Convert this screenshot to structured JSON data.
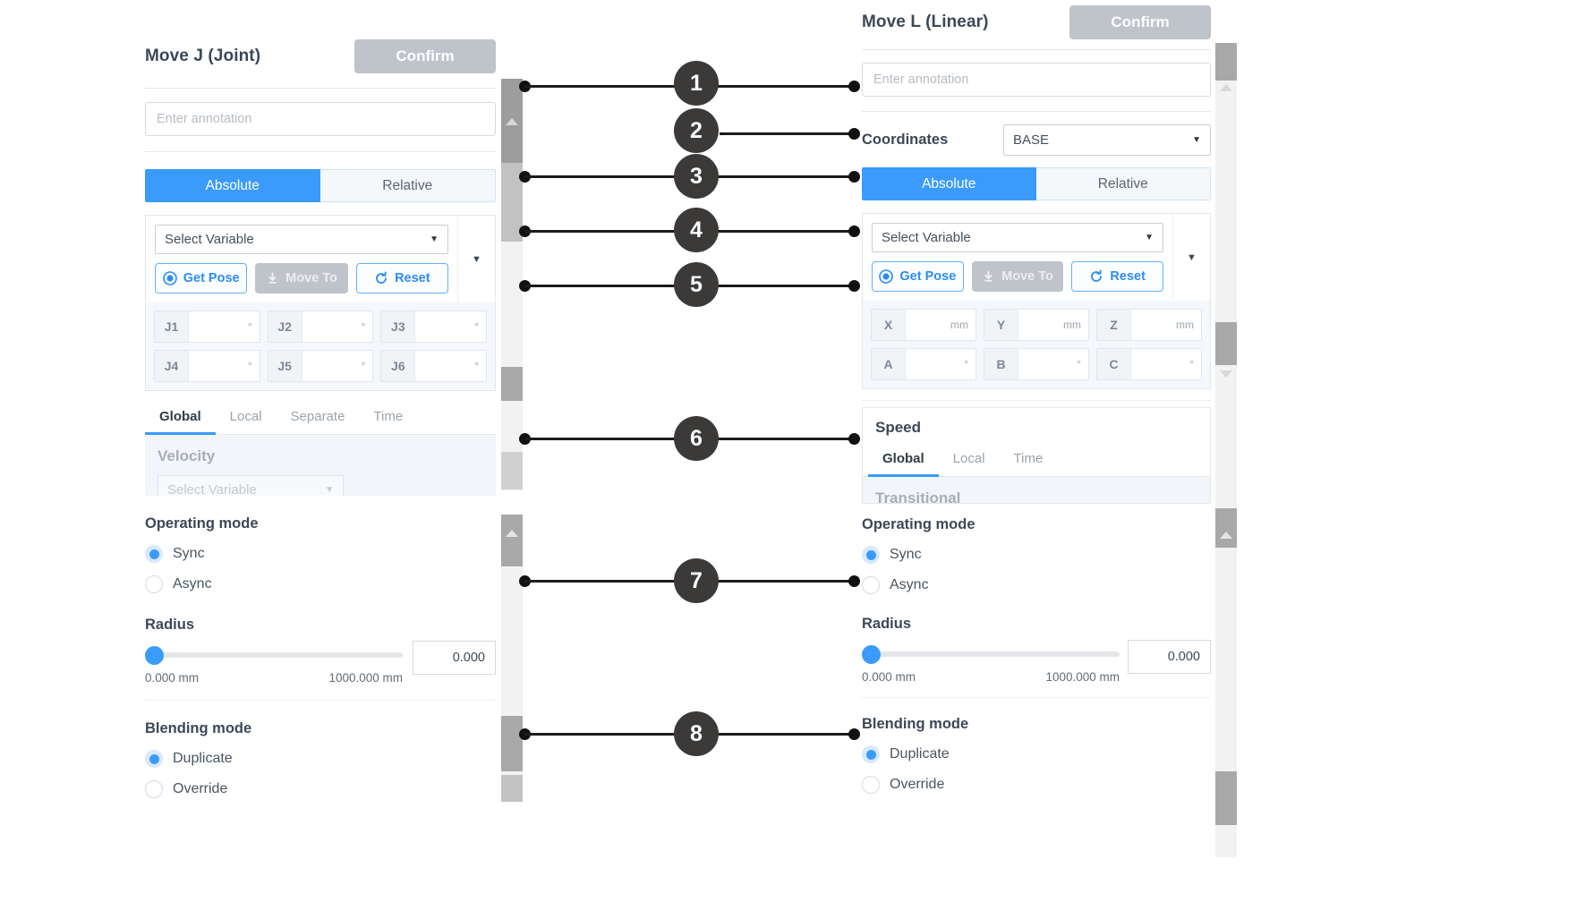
{
  "left_panel": {
    "title": "Move J (Joint)",
    "confirm_label": "Confirm",
    "annotation_placeholder": "Enter annotation",
    "mode_tabs": {
      "absolute": "Absolute",
      "relative": "Relative"
    },
    "variable_select": "Select Variable",
    "buttons": {
      "get_pose": "Get Pose",
      "move_to": "Move To",
      "reset": "Reset"
    },
    "joint_fields": [
      {
        "label": "J1",
        "value": "",
        "unit": "°"
      },
      {
        "label": "J2",
        "value": "",
        "unit": "°"
      },
      {
        "label": "J3",
        "value": "",
        "unit": "°"
      },
      {
        "label": "J4",
        "value": "",
        "unit": "°"
      },
      {
        "label": "J5",
        "value": "",
        "unit": "°"
      },
      {
        "label": "J6",
        "value": "",
        "unit": "°"
      }
    ],
    "speed_tabs": [
      "Global",
      "Local",
      "Separate",
      "Time"
    ],
    "speed_active_tab": "Global",
    "velocity_label": "Velocity",
    "velocity_select": "Select Variable",
    "operating_mode": {
      "title": "Operating mode",
      "options": [
        "Sync",
        "Async"
      ],
      "selected": "Sync"
    },
    "radius": {
      "title": "Radius",
      "min_label": "0.000 mm",
      "max_label": "1000.000 mm",
      "value": "0.000"
    },
    "blending_mode": {
      "title": "Blending mode",
      "options": [
        "Duplicate",
        "Override"
      ],
      "selected": "Duplicate"
    }
  },
  "right_panel": {
    "title": "Move L (Linear)",
    "confirm_label": "Confirm",
    "annotation_placeholder": "Enter annotation",
    "coordinates_label": "Coordinates",
    "coordinates_value": "BASE",
    "mode_tabs": {
      "absolute": "Absolute",
      "relative": "Relative"
    },
    "variable_select": "Select Variable",
    "buttons": {
      "get_pose": "Get Pose",
      "move_to": "Move To",
      "reset": "Reset"
    },
    "pose_fields": [
      {
        "label": "X",
        "value": "",
        "unit": "mm"
      },
      {
        "label": "Y",
        "value": "",
        "unit": "mm"
      },
      {
        "label": "Z",
        "value": "",
        "unit": "mm"
      },
      {
        "label": "A",
        "value": "",
        "unit": "°"
      },
      {
        "label": "B",
        "value": "",
        "unit": "°"
      },
      {
        "label": "C",
        "value": "",
        "unit": "°"
      }
    ],
    "speed_title": "Speed",
    "speed_tabs": [
      "Global",
      "Local",
      "Time"
    ],
    "speed_active_tab": "Global",
    "transitional_label": "Transitional",
    "operating_mode": {
      "title": "Operating mode",
      "options": [
        "Sync",
        "Async"
      ],
      "selected": "Sync"
    },
    "radius": {
      "title": "Radius",
      "min_label": "0.000 mm",
      "max_label": "1000.000 mm",
      "value": "0.000"
    },
    "blending_mode": {
      "title": "Blending mode",
      "options": [
        "Duplicate",
        "Override"
      ],
      "selected": "Duplicate"
    }
  },
  "connectors": [
    {
      "number": "1"
    },
    {
      "number": "2"
    },
    {
      "number": "3"
    },
    {
      "number": "4"
    },
    {
      "number": "5"
    },
    {
      "number": "6"
    },
    {
      "number": "7"
    },
    {
      "number": "8"
    }
  ],
  "colors": {
    "accent": "#3a9bfc",
    "confirm_gray": "#bfc3ca",
    "connector": "#3b3a39",
    "field_bg": "#f4f7fc"
  }
}
